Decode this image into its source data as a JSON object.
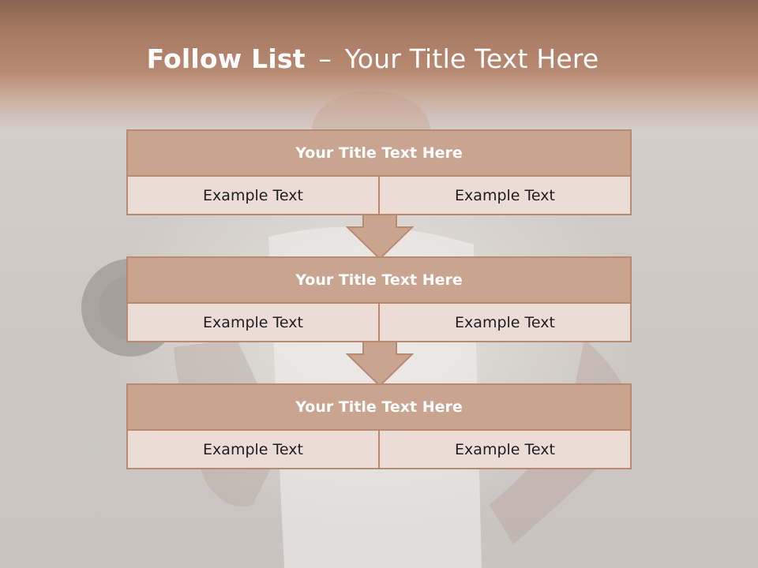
{
  "slide": {
    "title_bold": "Follow List",
    "title_dash": "–",
    "title_rest": "Your Title Text Here"
  },
  "blocks": [
    {
      "title": "Your Title Text Here",
      "left": "Example Text",
      "right": "Example Text"
    },
    {
      "title": "Your Title Text Here",
      "left": "Example Text",
      "right": "Example Text"
    },
    {
      "title": "Your Title Text Here",
      "left": "Example Text",
      "right": "Example Text"
    }
  ],
  "colors": {
    "header": "#a87a63",
    "box_head": "#c9a58f",
    "box_border": "#b98a72",
    "box_body": "#ecdcd6",
    "title_text": "#ffffff"
  }
}
